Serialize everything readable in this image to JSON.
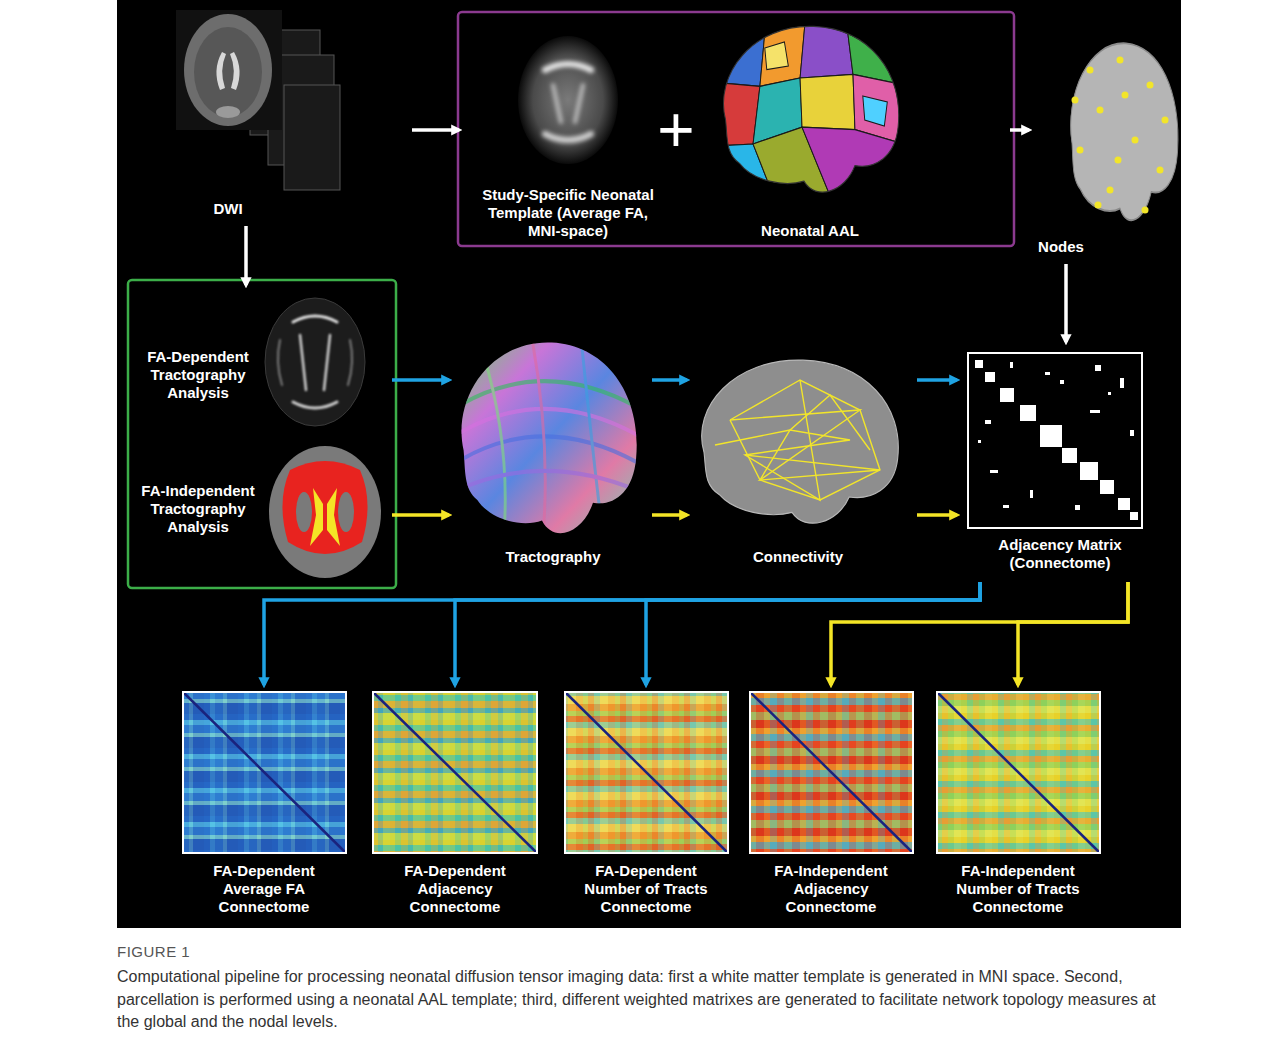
{
  "diagram": {
    "title": "FIGURE 1",
    "caption": "Computational pipeline for processing neonatal diffusion tensor imaging data: first a white matter template is generated in MNI space. Second, parcellation is performed using a neonatal AAL template; third, different weighted matrixes are generated to facilitate network topology measures at the global and the nodal levels.",
    "nodes": [
      {
        "text": [
          "DWI"
        ]
      },
      {
        "text": [
          "Study-Specific Neonatal Template (Average FA, MNI-space)"
        ]
      },
      {
        "text": [
          "Neonatal AAL"
        ]
      },
      {
        "text": [
          "Nodes"
        ]
      },
      {
        "text": [
          "FA-Dependent Tractography Analysis"
        ]
      },
      {
        "text": [
          "FA-Independent Tractography Analysis"
        ]
      },
      {
        "text": [
          "Tractography"
        ]
      },
      {
        "text": [
          "Connectivity"
        ]
      },
      {
        "text": [
          "Adjacency Matrix (Connectome)"
        ]
      },
      {
        "text": [
          "FA-Dependent Average FA Connectome"
        ]
      },
      {
        "text": [
          "FA-Dependent Adjacency Connectome"
        ]
      },
      {
        "text": [
          "FA-Dependent Number of Tracts Connectome"
        ]
      },
      {
        "text": [
          "FA-Independent Adjacency Connectome"
        ]
      },
      {
        "text": [
          "FA-Independent Number of Tracts Connectome"
        ]
      }
    ],
    "edges": [
      {
        "from": 0,
        "to": 1,
        "arrow": "to"
      },
      {
        "from": 2,
        "to": 3,
        "arrow": "to"
      },
      {
        "from": 0,
        "to": 4,
        "arrow": "to"
      },
      {
        "from": 3,
        "to": 8,
        "arrow": "to"
      },
      {
        "from": 4,
        "to": 6,
        "arrow": "to"
      },
      {
        "from": 5,
        "to": 6,
        "arrow": "to"
      },
      {
        "from": 6,
        "to": 7,
        "arrow": "to"
      },
      {
        "from": 6,
        "to": 7,
        "arrow": "to"
      },
      {
        "from": 7,
        "to": 8,
        "arrow": "to"
      },
      {
        "from": 7,
        "to": 8,
        "arrow": "to"
      },
      {
        "from": 8,
        "to": 9,
        "arrow": "to"
      },
      {
        "from": 8,
        "to": 10,
        "arrow": "to"
      },
      {
        "from": 8,
        "to": 11,
        "arrow": "to"
      },
      {
        "from": 8,
        "to": 12,
        "arrow": "to"
      },
      {
        "from": 8,
        "to": 13,
        "arrow": "to"
      }
    ],
    "labels": [
      "+"
    ]
  }
}
